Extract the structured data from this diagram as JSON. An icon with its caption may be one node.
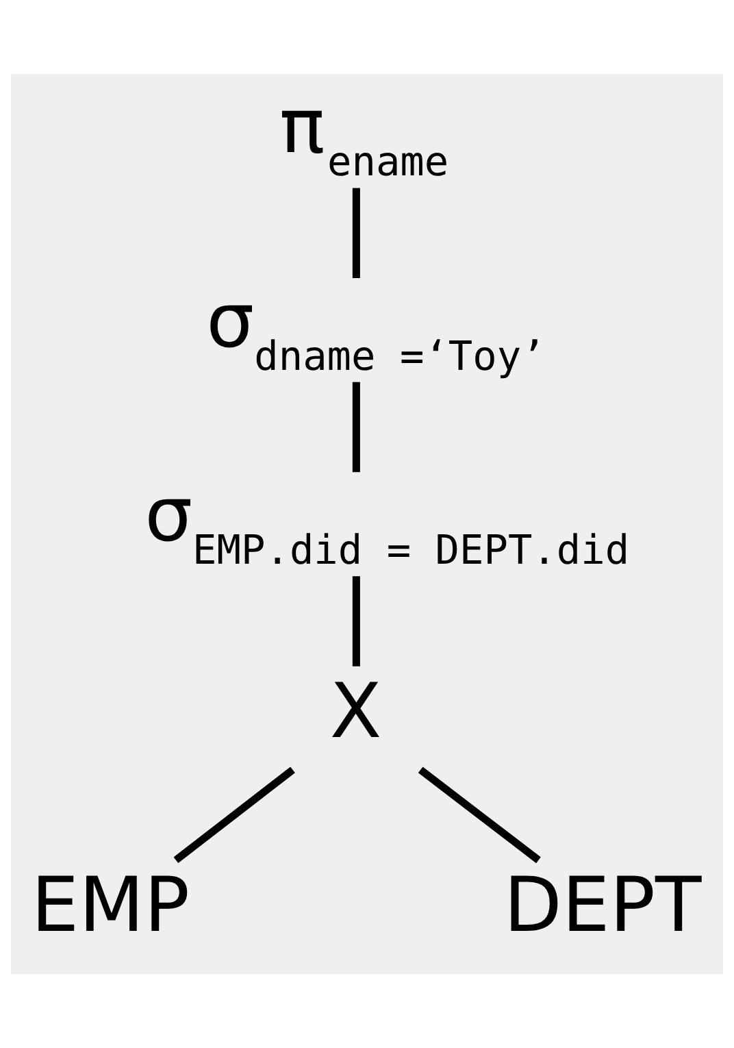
{
  "diagram": {
    "nodes": [
      {
        "text": [
          "π$_{ename}$"
        ]
      },
      {
        "text": [
          "σ$_{dname =‘Toy’}$"
        ]
      },
      {
        "text": [
          "σ$_{EMP.did = DEPT.did}$"
        ]
      },
      {
        "text": [
          "X"
        ]
      },
      {
        "text": [
          "EMP"
        ]
      },
      {
        "text": [
          "DEPT"
        ]
      }
    ],
    "edges": [
      {
        "from": 0,
        "to": 1,
        "arrow": "none"
      },
      {
        "from": 1,
        "to": 2,
        "arrow": "none"
      },
      {
        "from": 2,
        "to": 3,
        "arrow": "none"
      },
      {
        "from": 3,
        "to": 4,
        "arrow": "none"
      },
      {
        "from": 3,
        "to": 5,
        "arrow": "none"
      }
    ]
  }
}
